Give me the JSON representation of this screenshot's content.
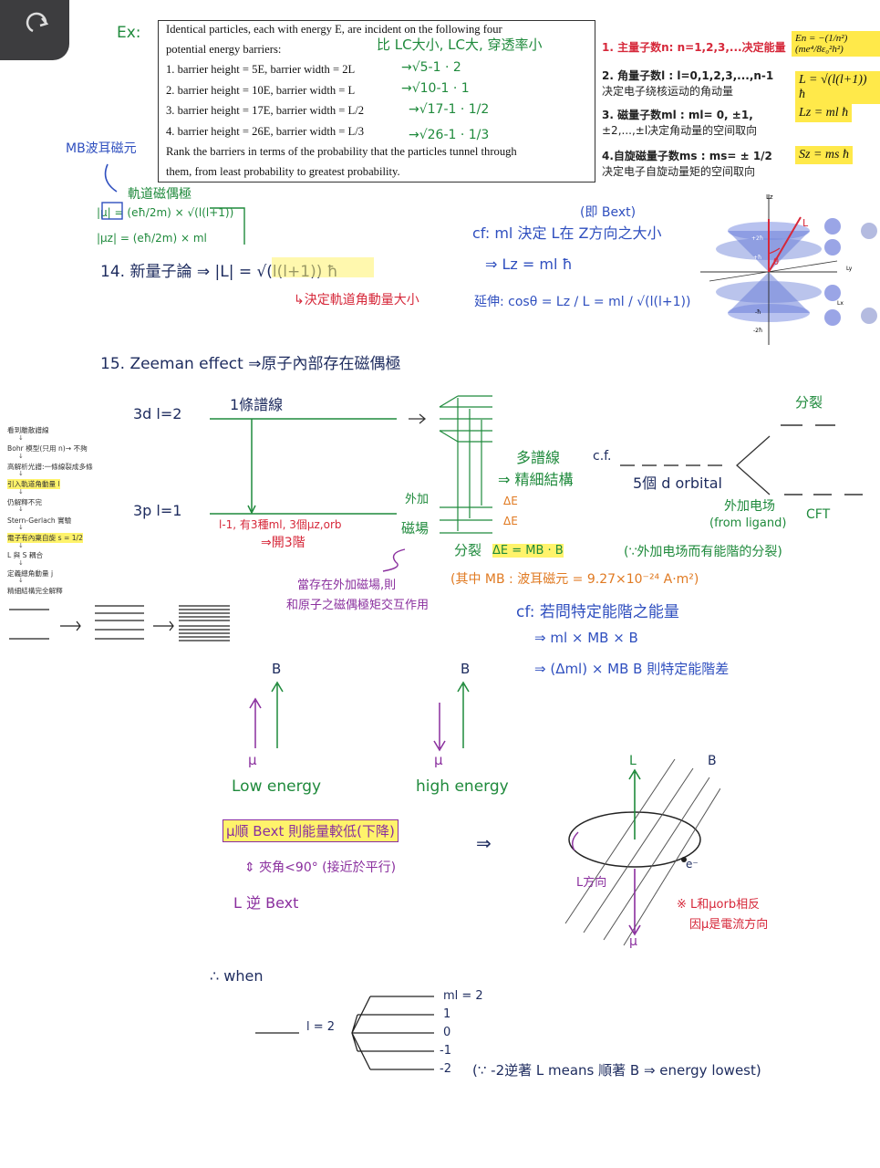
{
  "ex_label": "Ex:",
  "problem": {
    "line1": "Identical particles, each with energy E, are incident on the following four",
    "line2": "potential energy barriers:",
    "items": [
      "1.   barrier height = 5E, barrier width = 2L",
      "2.   barrier height = 10E, barrier width = L",
      "3.   barrier height = 17E, barrier width = L/2",
      "4.   barrier height = 26E, barrier width = L/3"
    ],
    "line7": "Rank the barriers in terms of the probability that the particles tunnel through",
    "line8": "them, from least probability to greatest probability."
  },
  "handwritten_compare": "比 LC大小, LC大, 穿透率小",
  "tunnel_answers": [
    "→√5-1 · 2",
    "→√10-1 · 1",
    "→√17-1 · 1/2",
    "→√26-1 · 1/3"
  ],
  "quantum_numbers": {
    "n1": "1. 主量子数n:  n=1,2,3,...决定能量",
    "n2a": "2. 角量子数l :  l=0,1,2,3,...,n-1",
    "n2b": "决定电子绕核运动的角动量",
    "n3a": "3. 磁量子数ml :  ml= 0, ±1,",
    "n3b": "±2,...,±l决定角动量的空间取向",
    "n4a": "4.自旋磁量子数ms :  ms= ± 1/2",
    "n4b": "决定电子自旋动量矩的空间取向"
  },
  "formulas": {
    "En": "En = −(1/n²)(me⁴/8ε₀²h²)",
    "L": "L = √(l(l+1)) ħ",
    "Lz": "Lz = ml ħ",
    "Sz": "Sz = ms ħ"
  },
  "bohr_note": {
    "mb_title": "MB波耳磁元",
    "orbital_dipole": "軌道磁偶極",
    "mu_eq": "|μ| = (eħ/2m) × √(l(l+1))",
    "mu_z_eq": "|μz| = (eħ/2m) × ml",
    "item14": "14. 新量子論 ⇒ |L| = √(l(l+1)) ħ",
    "decide": "↳決定軌道角動量大小"
  },
  "cf_note": {
    "bext": "(即 Bext)",
    "line1": "cf: ml 決定 L在 Z方向之大小",
    "line2": "⇒ Lz = ml ħ",
    "line3": "延伸:  cosθ = Lz / L = ml / √(l(l+1))"
  },
  "cone_labels": {
    "lz": "Lz",
    "l": "L",
    "p2": "+2ħ",
    "p1": "+ħ",
    "m1": "-ħ",
    "m2": "-2ħ",
    "ly": "Ly",
    "lx": "Lx",
    "theta": "θ"
  },
  "zeeman": {
    "title": "15. Zeeman effect ⇒原子內部存在磁偶極",
    "one_line": "1條譜線",
    "d3": "3d   l=2",
    "p3": "3p   l=1",
    "ml_note": "l-1, 有3種ml, 3個μz,orb",
    "open3": "⇒開3階",
    "add": "外加",
    "mag": "磁場",
    "multi": "多譜線",
    "fine": "⇒ 精細結構",
    "de1": "ΔE",
    "de2": "ΔE",
    "split": "分裂",
    "de_eq": "ΔE = MB · B",
    "bohr_val": "(其中 MB : 波耳磁元 = 9.27×10⁻²⁴ A·m²)",
    "cf_energy": "cf: 若問特定能階之能量",
    "e1": "⇒ ml × MB × B",
    "e2": "⇒ (Δml) × MB B 則特定能階差",
    "when_field": "當存在外加磁場,則",
    "interact": "和原子之磁偶極矩交互作用",
    "cf2": "c.f.",
    "five_d": "5個 d orbital",
    "ext_field": "外加电场",
    "from_ligand": "(from ligand)",
    "cft": "CFT",
    "split_top": "分裂",
    "split_reason": "(∵外加电场而有能階的分裂)"
  },
  "side_notes": [
    "看到離散譜線",
    "Bohr 模型(只用 n)→ 不夠",
    "高解析光譜:一條線裂成多條",
    "引入軌道角動量 l",
    "仍解釋不完",
    "Stern-Gerlach 實驗",
    "電子有內稟自旋 s = 1/2",
    "L 與 S 耦合",
    "定義總角動量 j",
    "精細結構完全解釋"
  ],
  "energy_compare": {
    "b1": "B",
    "b2": "B",
    "mu1": "μ",
    "mu2": "μ",
    "low": "Low energy",
    "high": "high energy",
    "mu_b": "μ順 Bext 則能量較低(下降)",
    "angle": "⇕ 夾角<90° (接近於平行)",
    "l_b": "L 逆 Bext",
    "implies": "⇒"
  },
  "orbit": {
    "l": "L",
    "b": "B",
    "e": "e⁻",
    "mu": "μ",
    "l_dir": "L方向",
    "note1": "※ L和μorb相反",
    "note2": "因μ是電流方向"
  },
  "when": {
    "label": "∴ when",
    "l2": "l = 2",
    "ml": [
      "ml = 2",
      "1",
      "0",
      "-1",
      "-2"
    ],
    "note": "(∵ -2逆著 L means 順著 B ⇒ energy lowest)"
  },
  "colors": {
    "green": "#1f8a3c",
    "blue": "#2f4fbf",
    "purple": "#8a2f9e",
    "red": "#d6283a",
    "highlight": "#fff36b"
  }
}
